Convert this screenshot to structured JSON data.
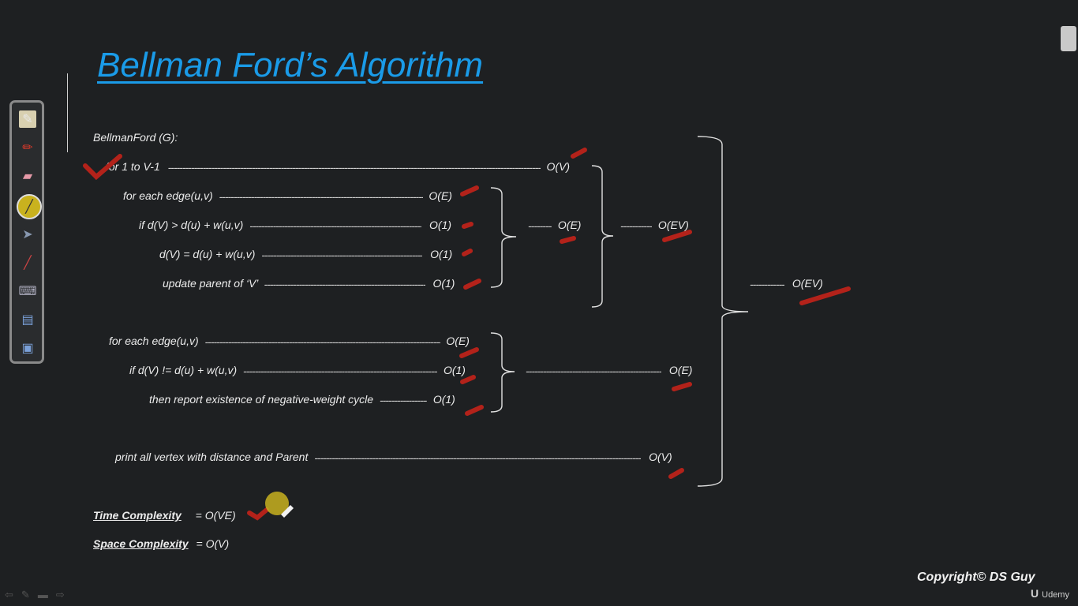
{
  "title": "Bellman Ford’s Algorithm",
  "pseudocode": {
    "header": "BellmanFord (G):",
    "loop": {
      "text": "for 1 to V-1",
      "cost": "O(V)"
    },
    "inner": [
      {
        "text": "for each edge(u,v)",
        "cost": "O(E)"
      },
      {
        "text": "if d(V) > d(u) + w(u,v)",
        "cost": "O(1)"
      },
      {
        "text": "d(V) = d(u) + w(u,v)",
        "cost": "O(1)"
      },
      {
        "text": "update parent of ‘V’",
        "cost": "O(1)"
      }
    ],
    "inner_group_cost": "O(E)",
    "loop_group_cost": "O(EV)",
    "check": [
      {
        "text": "for each edge(u,v)",
        "cost": "O(E)"
      },
      {
        "text": "if d(V) != d(u) + w(u,v)",
        "cost": "O(1)"
      },
      {
        "text": "then report existence of negative-weight cycle",
        "cost": "O(1)"
      }
    ],
    "check_group_cost": "O(E)",
    "print": {
      "text": "print all vertex with distance and Parent",
      "cost": "O(V)"
    },
    "total_cost": "O(EV)"
  },
  "complexity": {
    "time_label": "Time Complexity",
    "time_value": "=  O(VE)",
    "space_label": "Space Complexity",
    "space_value": "=  O(V)"
  },
  "toolbar": {
    "tools": [
      "pen-notebook-icon",
      "red-pen-icon",
      "eraser-icon",
      "highlighter-icon",
      "pointer-icon",
      "laser-pen-icon",
      "keyboard-icon",
      "screen-icon",
      "switch-window-icon"
    ]
  },
  "footer": {
    "copyright": "Copyright© DS Guy",
    "brand": "Udemy",
    "brand_mark": "U"
  },
  "colors": {
    "background": "#1e2022",
    "title": "#1a9be8",
    "annotation": "#b3221a",
    "text": "#ececec"
  }
}
